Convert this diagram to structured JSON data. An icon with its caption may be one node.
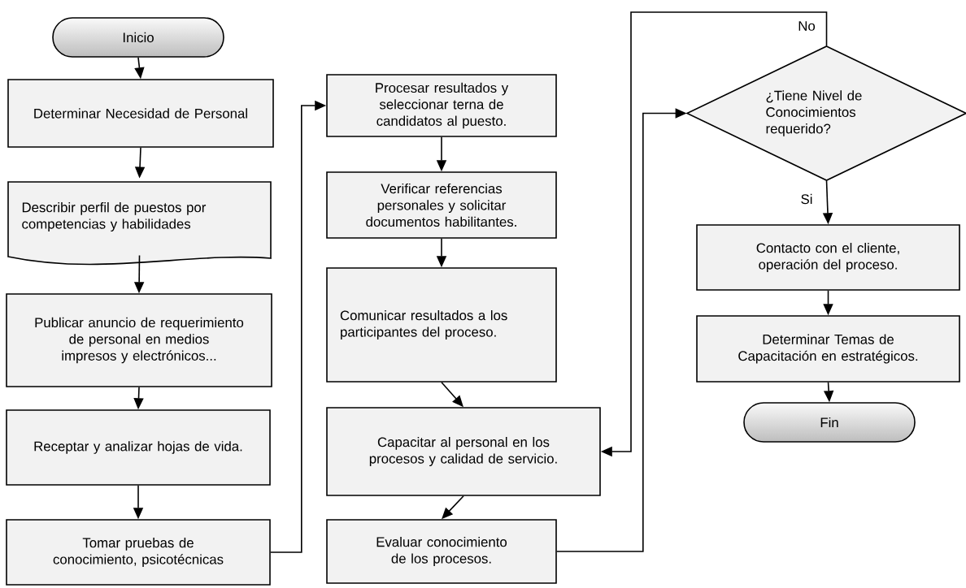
{
  "diagram": {
    "nodes": [
      {
        "text": [
          "Inicio"
        ]
      },
      {
        "text": [
          "Determinar Necesidad de Personal"
        ]
      },
      {
        "text": [
          "Describir perfil de puestos por competencias y habilidades"
        ]
      },
      {
        "text": [
          "Publicar anuncio de requerimiento de personal en medios impresos y electrónicos..."
        ]
      },
      {
        "text": [
          "Receptar y analizar hojas de vida."
        ]
      },
      {
        "text": [
          "Tomar pruebas de conocimiento, psicotécnicas"
        ]
      },
      {
        "text": [
          "Procesar resultados y seleccionar terna de candidatos al puesto."
        ]
      },
      {
        "text": [
          "Verificar referencias personales y solicitar documentos habilitantes."
        ]
      },
      {
        "text": [
          "Comunicar resultados a los participantes del proceso."
        ]
      },
      {
        "text": [
          "Capacitar al personal en los procesos y calidad de servicio."
        ]
      },
      {
        "text": [
          "Evaluar conocimiento de los procesos."
        ]
      },
      {
        "text": [
          "¿Tiene Nivel de Conocimientos requerido?"
        ]
      },
      {
        "text": [
          "Contacto con el cliente, operación del proceso."
        ]
      },
      {
        "text": [
          "Determinar Temas de Capacitación en estratégicos."
        ]
      },
      {
        "text": [
          "Fin"
        ]
      }
    ],
    "edges": [
      {
        "from": 0,
        "to": 1,
        "arrow": "to"
      },
      {
        "from": 1,
        "to": 2,
        "arrow": "to"
      },
      {
        "from": 2,
        "to": 3,
        "arrow": "to"
      },
      {
        "from": 3,
        "to": 4,
        "arrow": "to"
      },
      {
        "from": 4,
        "to": 5,
        "arrow": "to"
      },
      {
        "from": 5,
        "to": 6,
        "arrow": "to"
      },
      {
        "from": 6,
        "to": 7,
        "arrow": "to"
      },
      {
        "from": 7,
        "to": 8,
        "arrow": "to"
      },
      {
        "from": 8,
        "to": 9,
        "arrow": "to"
      },
      {
        "from": 9,
        "to": 10,
        "arrow": "to"
      },
      {
        "from": 10,
        "to": 11,
        "arrow": "to"
      },
      {
        "from": 11,
        "to": 9,
        "arrow": "to",
        "label": "No"
      },
      {
        "from": 11,
        "to": 12,
        "arrow": "to",
        "label": "Si"
      },
      {
        "from": 12,
        "to": 13,
        "arrow": "to"
      },
      {
        "from": 13,
        "to": 14,
        "arrow": "to"
      }
    ]
  }
}
